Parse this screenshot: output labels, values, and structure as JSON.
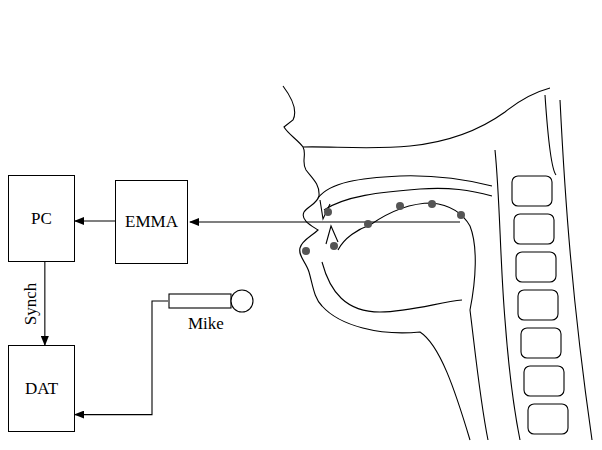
{
  "diagram": {
    "nodes": [
      {
        "text": [
          "PC"
        ]
      },
      {
        "text": [
          "EMMA"
        ]
      },
      {
        "text": [
          "DAT"
        ]
      },
      {
        "text": [
          "Mike"
        ]
      }
    ],
    "edges": [
      {
        "from": 1,
        "to": 0,
        "arrow": "to"
      },
      {
        "from": 0,
        "to": 2,
        "label": "Synch",
        "arrow": "to"
      },
      {
        "from": 3,
        "to": 2,
        "arrow": "to"
      }
    ]
  }
}
